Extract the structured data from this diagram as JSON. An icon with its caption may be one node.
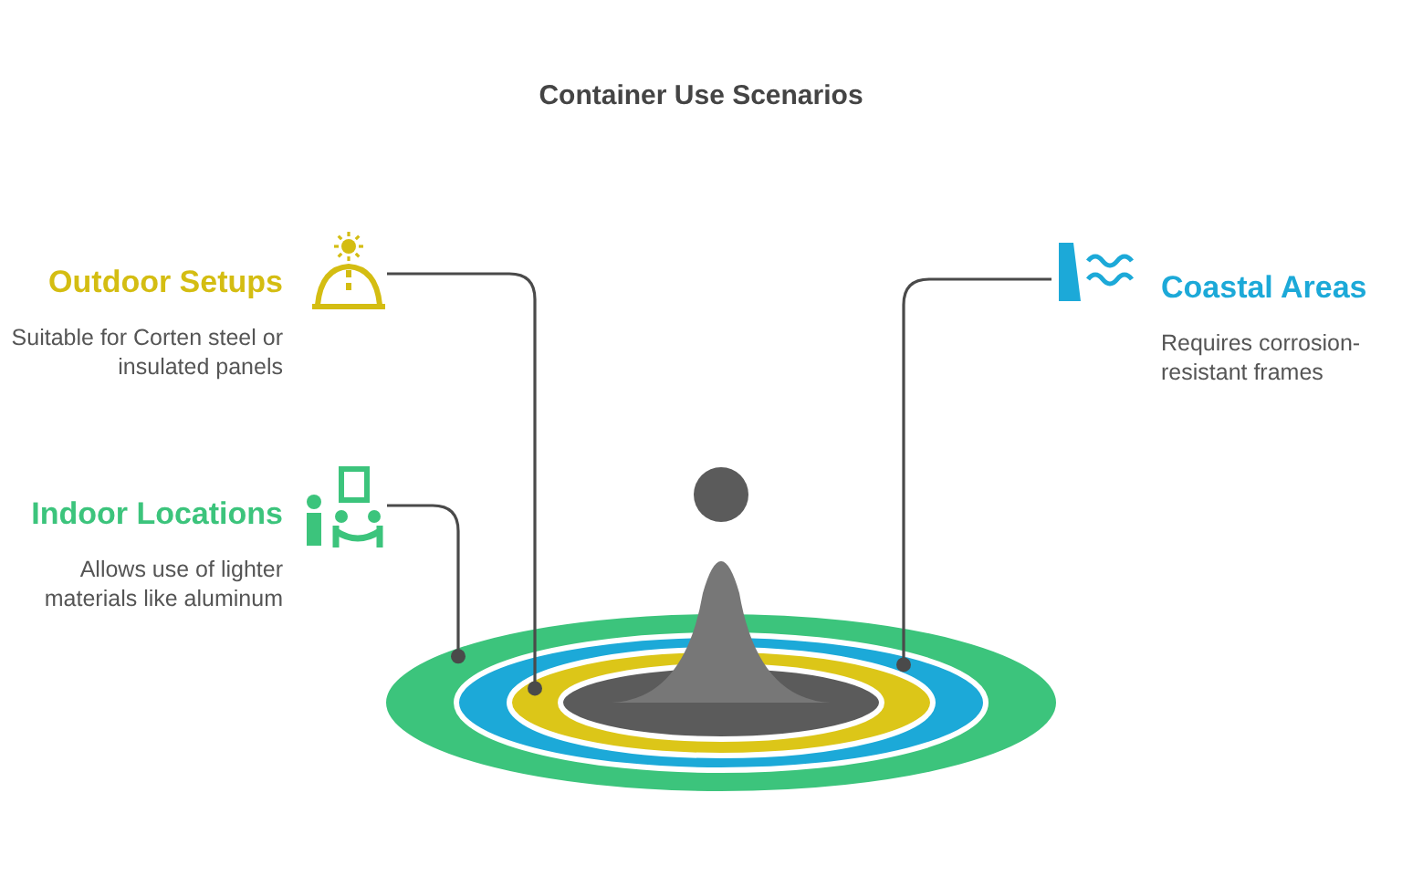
{
  "diagram": {
    "title": "Container Use Scenarios",
    "nodes": [
      {
        "text": [
          "Outdoor Setups",
          "Suitable for Corten steel or insulated panels"
        ]
      },
      {
        "text": [
          "Coastal Areas",
          "Requires corrosion-resistant frames"
        ]
      },
      {
        "text": [
          "Indoor Locations",
          "Allows use of lighter materials like aluminum"
        ]
      },
      {
        "text": [],
        "shape": "circle"
      },
      {
        "text": [],
        "shape": "circle",
        "in": 3
      },
      {
        "text": [],
        "shape": "circle",
        "in": 4
      }
    ],
    "edges": [
      {
        "from": 0,
        "to": 5,
        "arrow": "other"
      },
      {
        "from": 1,
        "to": 4,
        "arrow": "other"
      },
      {
        "from": 2,
        "to": 3,
        "arrow": "other"
      }
    ]
  }
}
